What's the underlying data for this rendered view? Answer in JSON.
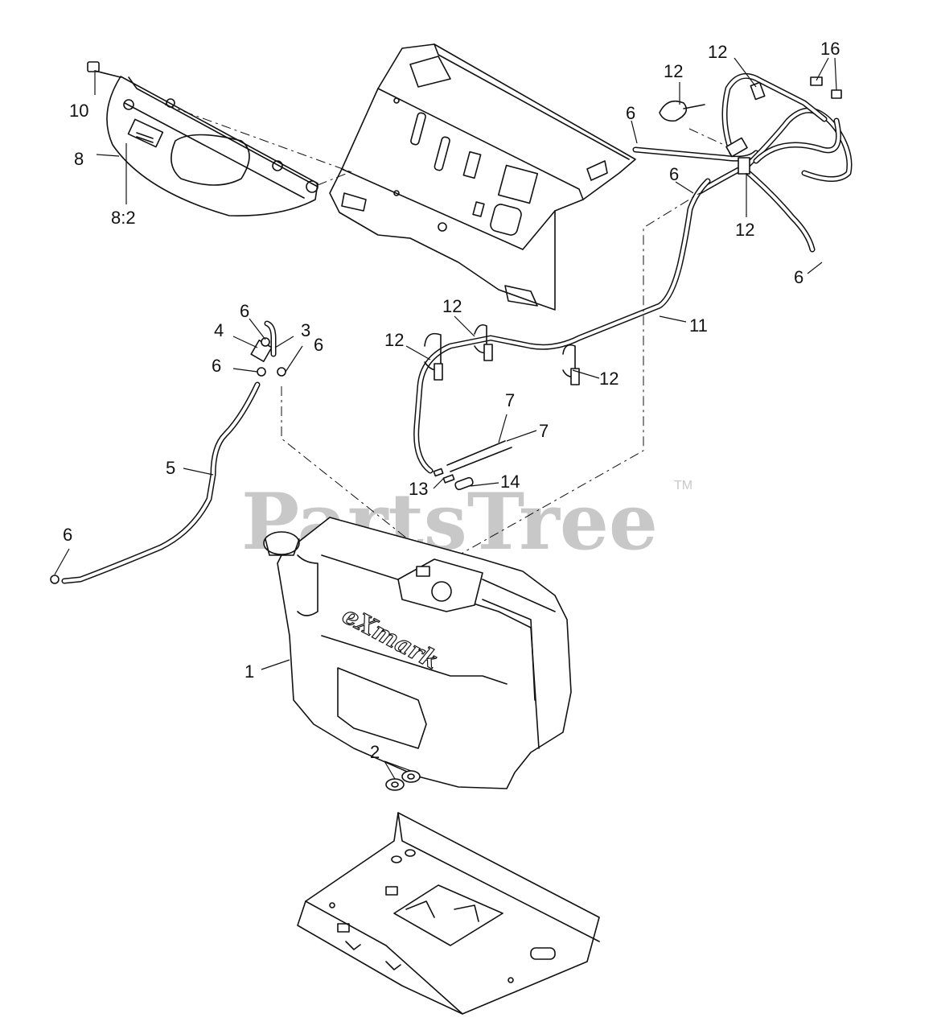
{
  "watermark": {
    "text": "PartsTree",
    "trademark": "TM",
    "color": "#c8c8c8"
  },
  "logo": {
    "text": "eXmark"
  },
  "callouts": {
    "c1": "1",
    "c2": "2",
    "c3": "3",
    "c4": "4",
    "c5": "5",
    "c6a": "6",
    "c6b": "6",
    "c6c": "6",
    "c6d": "6",
    "c6e": "6",
    "c6f": "6",
    "c6g": "6",
    "c7a": "7",
    "c7b": "7",
    "c8": "8",
    "c82": "8:2",
    "c10": "10",
    "c11": "11",
    "c12a": "12",
    "c12b": "12",
    "c12c": "12",
    "c12d": "12",
    "c12e": "12",
    "c12f": "12",
    "c13": "13",
    "c14": "14",
    "c16": "16"
  }
}
